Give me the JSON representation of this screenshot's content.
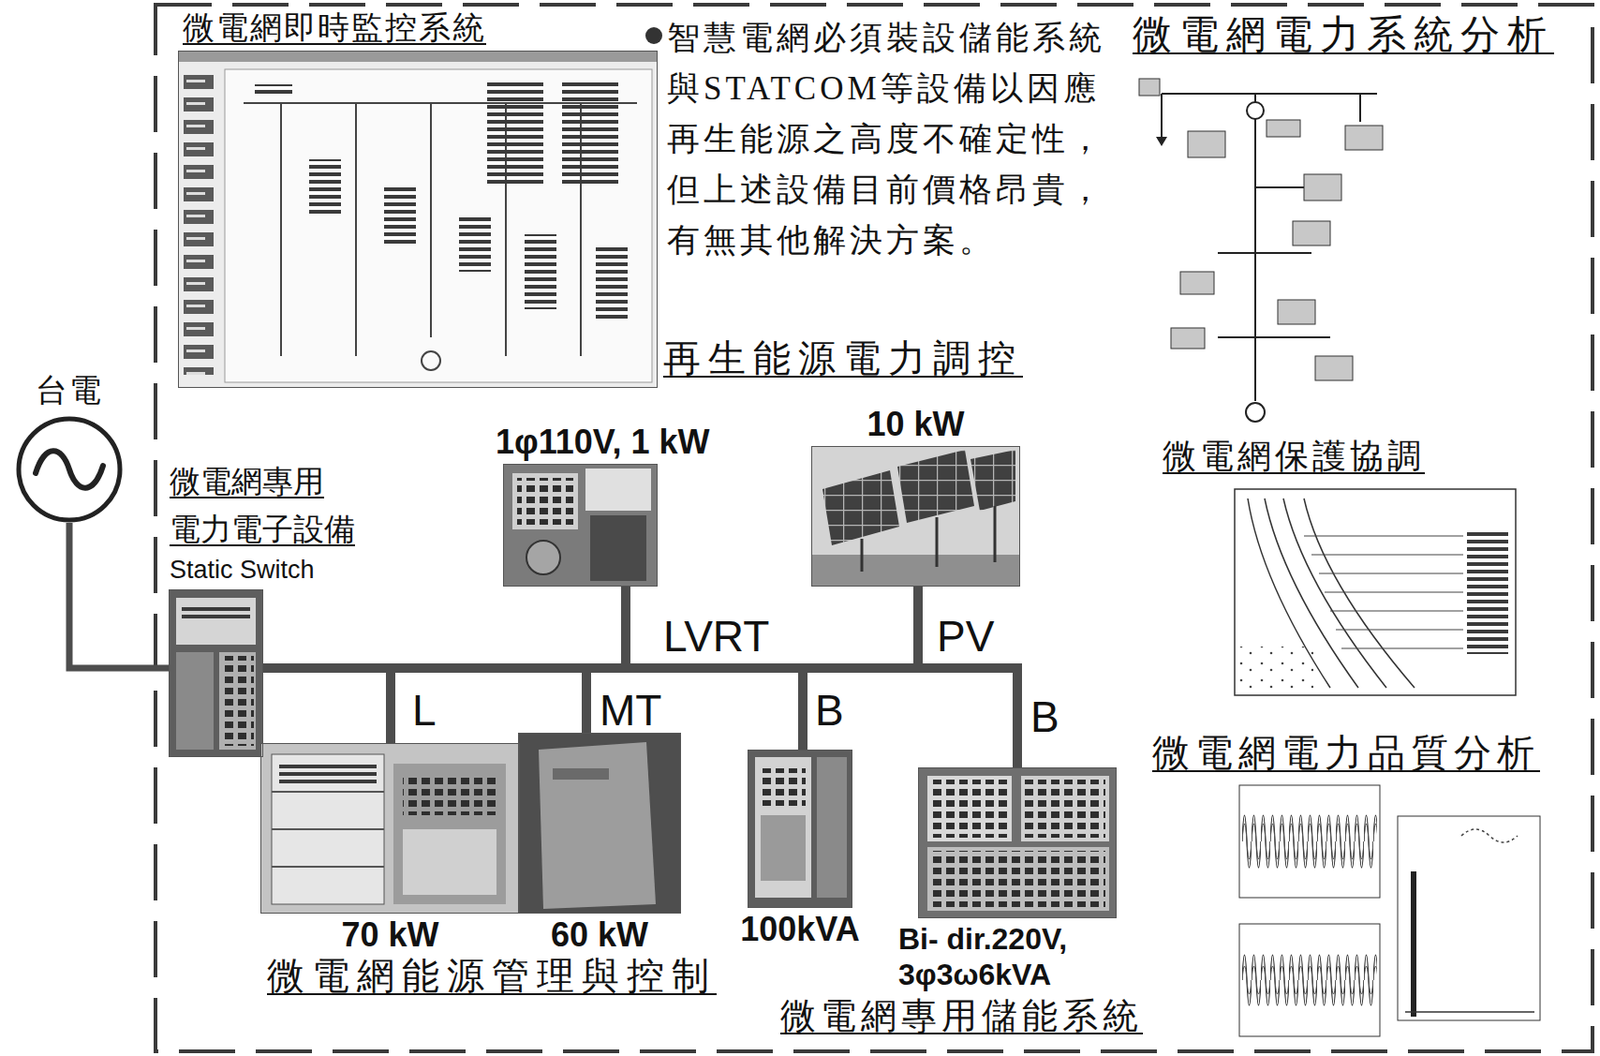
{
  "diagram": {
    "nodes": [
      {
        "text": [
          "微電網即時監控系統"
        ]
      },
      {
        "text": [
          "微電網電力系統分析"
        ]
      },
      {
        "text": [
          "台電"
        ]
      },
      {
        "text": [
          "微電網專用 電力電子設備",
          "Static Switch"
        ]
      },
      {
        "text": [
          "1φ110V, 1 kW"
        ]
      },
      {
        "text": [
          "10 kW"
        ]
      },
      {
        "text": [
          "微電網保護協調"
        ]
      },
      {
        "text": [
          "70 kW"
        ]
      },
      {
        "text": [
          "60 kW"
        ]
      },
      {
        "text": [
          "100kVA"
        ]
      },
      {
        "text": [
          "Bi- dir.220V, 3φ3ω6kVA"
        ]
      },
      {
        "text": [
          "微電網電力品質分析"
        ]
      }
    ],
    "edges": [
      {
        "from": 2,
        "to": 3,
        "arrow": "none"
      },
      {
        "from": 3,
        "to": 4,
        "label": "LVRT",
        "arrow": "none"
      },
      {
        "from": 3,
        "to": 5,
        "label": "PV",
        "arrow": "none"
      },
      {
        "from": 3,
        "to": 7,
        "label": "L",
        "arrow": "none"
      },
      {
        "from": 3,
        "to": 8,
        "label": "MT",
        "arrow": "none"
      },
      {
        "from": 3,
        "to": 9,
        "label": "B",
        "arrow": "none"
      },
      {
        "from": 3,
        "to": 10,
        "label": "B",
        "arrow": "none"
      }
    ],
    "labels": [
      "智慧電網必須裝設儲能系統與STATCOM等設備以因應再生能源之高度不確定性，但上述設備目前價格昂貴，有無其他解決方案。",
      "再生能源電力調控",
      "微電網能源管理與控制",
      "微電網專用儲能系統"
    ]
  }
}
